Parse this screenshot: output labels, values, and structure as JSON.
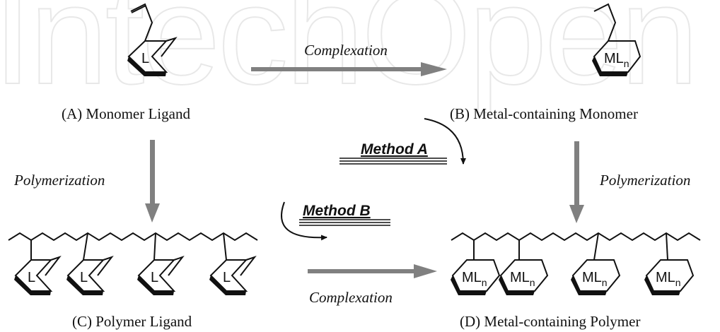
{
  "watermark": "IntechOpen",
  "labels": {
    "A": "(A) Monomer Ligand",
    "B": "(B) Metal-containing Monomer",
    "C": "(C) Polymer Ligand",
    "D": "(D) Metal-containing Polymer"
  },
  "arrows": {
    "top": "Complexation",
    "bottom": "Complexation",
    "left": "Polymerization",
    "right": "Polymerization"
  },
  "methods": {
    "a": "Method A",
    "b": "Method B"
  },
  "ring": {
    "ligand": "L",
    "metal": "ML",
    "metal_sub": "n"
  },
  "colors": {
    "arrow": "#808080",
    "line": "#111111",
    "watermark": "#e8e8e8"
  }
}
